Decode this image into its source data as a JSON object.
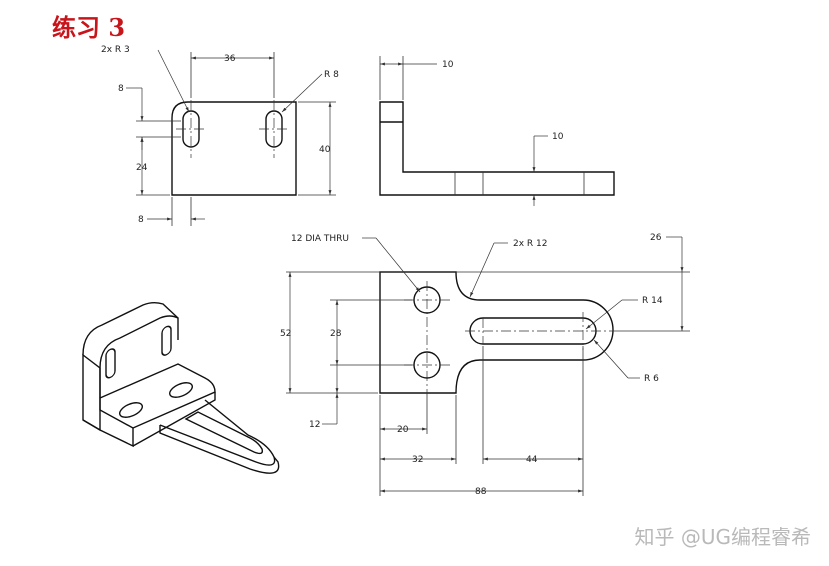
{
  "title": "练习 3",
  "watermark": "知乎 @UG编程睿希",
  "top_view": {
    "dim_slot_radius": "2x R 3",
    "dim_spacing": "36",
    "dim_end_radius": "R 8",
    "dim_slot_height": "8",
    "dim_slot_offset": "24",
    "dim_height": "40",
    "dim_slot_width": "8"
  },
  "side_view": {
    "dim_thickness_top": "10",
    "dim_thickness_base": "10"
  },
  "front_view": {
    "dim_hole": "12 DIA THRU",
    "dim_fillet": "2x R 12",
    "dim_offset_26": "26",
    "dim_arc_radius": "R 14",
    "dim_slot_end": "R 6",
    "dim_height_52": "52",
    "dim_hole_spacing": "28",
    "dim_bottom_12": "12",
    "dim_hole_x": "20",
    "dim_width_32": "32",
    "dim_slot_len": "44",
    "dim_total": "88"
  }
}
